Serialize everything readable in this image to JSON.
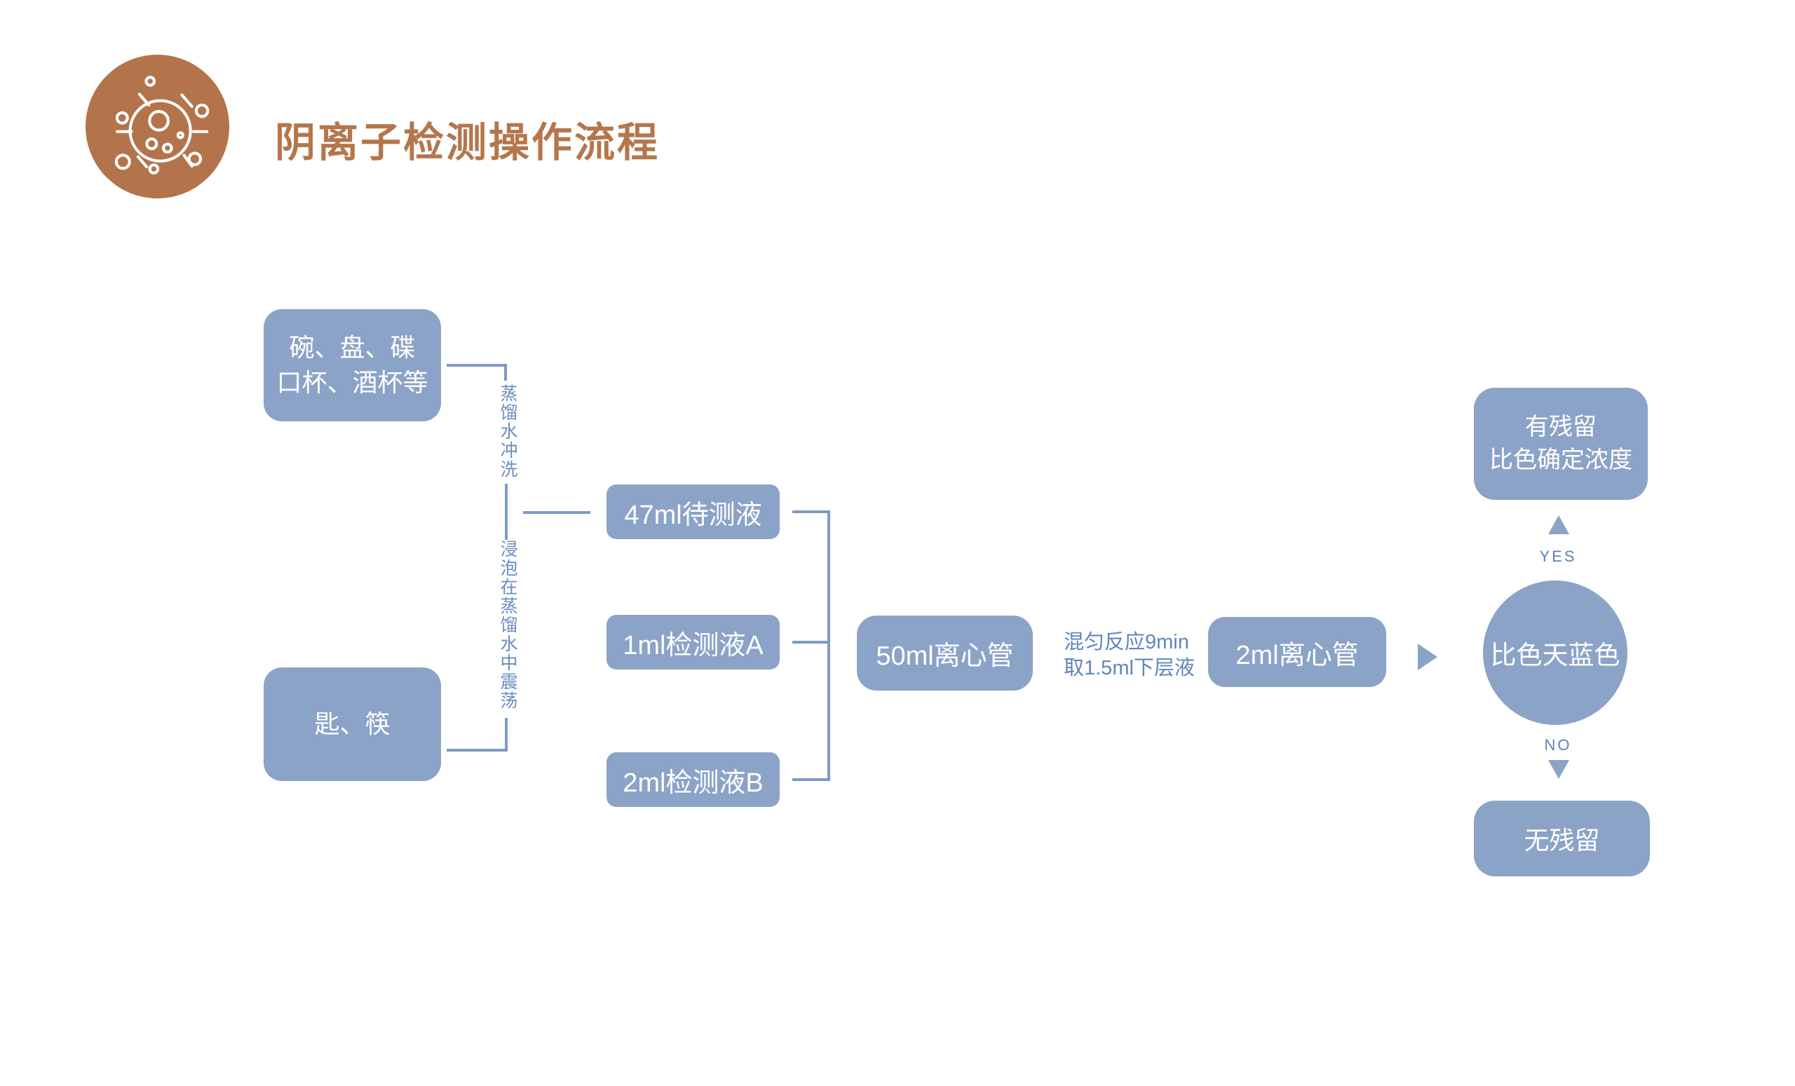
{
  "title": {
    "text": "阴离子检测操作流程",
    "color": "#b5764b"
  },
  "logo": {
    "icon": "virus-icon",
    "bg_color": "#b3744b"
  },
  "palette": {
    "node_fill": "#8ca3c8",
    "node_text": "#ffffff",
    "connector": "#7e9ac4",
    "caption_text": "#6a8cbd",
    "note_text": "#5e86be",
    "yesno_text": "#5e82b4",
    "title_brown": "#b5764b"
  },
  "flow": {
    "source_boxes": [
      {
        "lines": [
          "碗、盘、碟",
          "口杯、酒杯等"
        ]
      },
      {
        "lines": [
          "匙、筷"
        ]
      }
    ],
    "step_captions": [
      {
        "text": "蒸馏水冲洗"
      },
      {
        "text": "浸泡在蒸馏水中震荡"
      }
    ],
    "reagent_boxes": [
      {
        "label": "47ml待测液"
      },
      {
        "label": "1ml检测液A"
      },
      {
        "label": "2ml检测液B"
      }
    ],
    "tube50_box": {
      "label": "50ml离心管"
    },
    "note": {
      "lines": [
        "混匀反应9min",
        "取1.5ml下层液"
      ]
    },
    "tube2_box": {
      "label": "2ml离心管"
    },
    "decision_circle": {
      "label": "比色天蓝色"
    },
    "branch_yes": {
      "label": "YES"
    },
    "branch_no": {
      "label": "NO"
    },
    "result_yes_box": {
      "lines": [
        "有残留",
        "比色确定浓度"
      ]
    },
    "result_no_box": {
      "lines": [
        "无残留"
      ]
    }
  }
}
